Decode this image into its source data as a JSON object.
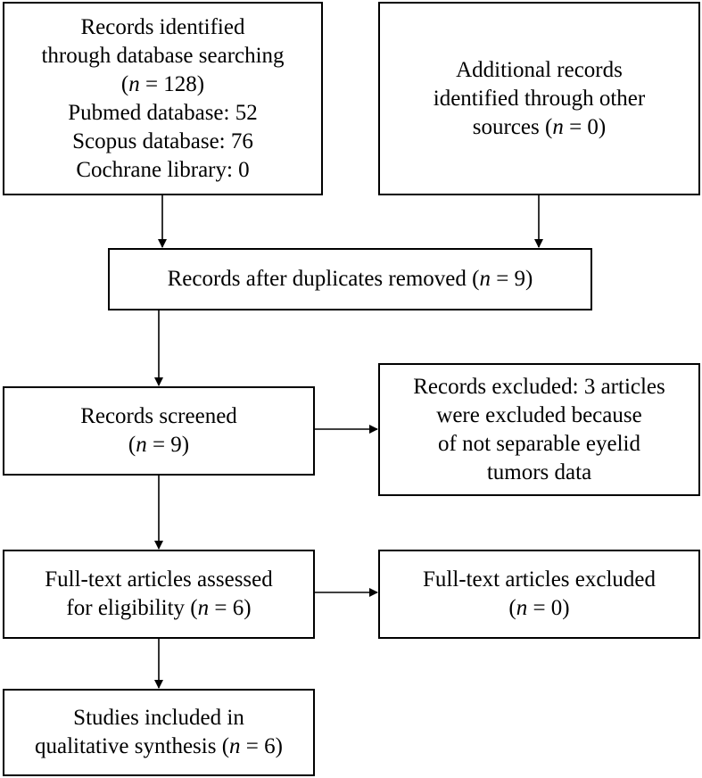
{
  "boxes": {
    "identified": {
      "lines": [
        {
          "pre": "Records identified"
        },
        {
          "pre": "through database searching"
        },
        {
          "pre": "(",
          "it": "n",
          "post": " = 128)"
        },
        {
          "pre": "Pubmed database: 52"
        },
        {
          "pre": "Scopus database: 76"
        },
        {
          "pre": "Cochrane library: 0"
        }
      ]
    },
    "additional": {
      "lines": [
        {
          "pre": "Additional records"
        },
        {
          "pre": "identified through other"
        },
        {
          "pre": "sources (",
          "it": "n",
          "post": " = 0)"
        }
      ]
    },
    "duplicates": {
      "lines": [
        {
          "pre": "Records after duplicates removed (",
          "it": "n",
          "post": " = 9)"
        }
      ]
    },
    "screened": {
      "lines": [
        {
          "pre": "Records screened"
        },
        {
          "pre": "(",
          "it": "n",
          "post": " = 9)"
        }
      ]
    },
    "excluded": {
      "lines": [
        {
          "pre": "Records excluded: 3 articles"
        },
        {
          "pre": "were excluded because"
        },
        {
          "pre": "of not separable eyelid"
        },
        {
          "pre": "tumors data"
        }
      ]
    },
    "fulltext": {
      "lines": [
        {
          "pre": "Full-text articles assessed"
        },
        {
          "pre": "for eligibility (",
          "it": "n",
          "post": " = 6)"
        }
      ]
    },
    "fulltext_excluded": {
      "lines": [
        {
          "pre": "Full-text articles excluded"
        },
        {
          "pre": "(",
          "it": "n",
          "post": " = 0)"
        }
      ]
    },
    "included": {
      "lines": [
        {
          "pre": "Studies included in"
        },
        {
          "pre": "qualitative synthesis (",
          "it": "n",
          "post": " = 6)"
        }
      ]
    }
  }
}
